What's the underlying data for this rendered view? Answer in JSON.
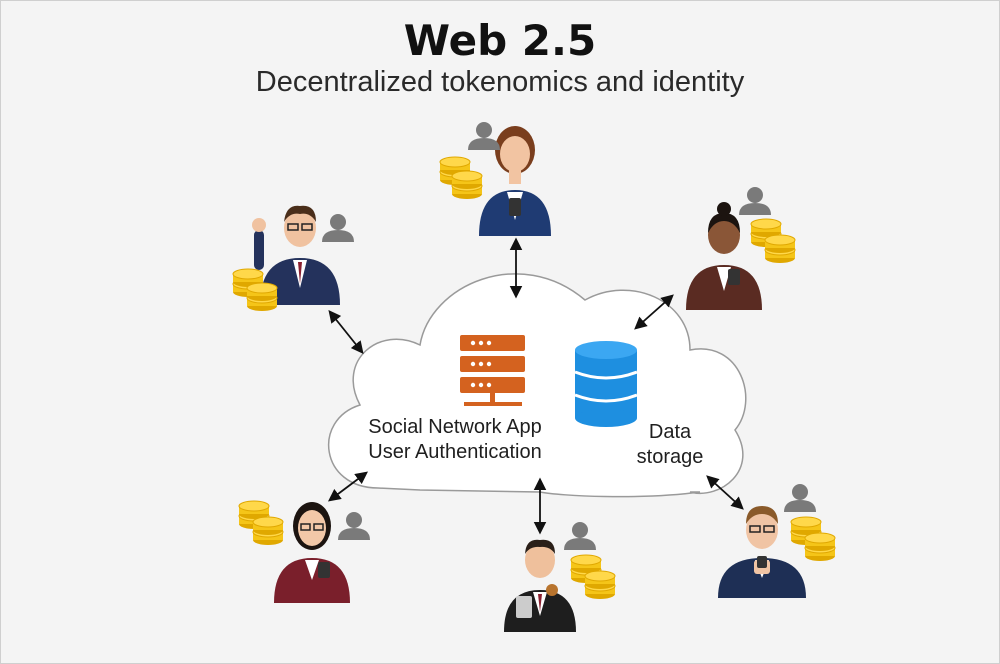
{
  "header": {
    "title": "Web 2.5",
    "subtitle": "Decentralized tokenomics and identity"
  },
  "cloud": {
    "app_label_line1": "Social Network App",
    "app_label_line2": "User Authentication",
    "storage_label_line1": "Data",
    "storage_label_line2": "storage",
    "server_icon": "server-rack-icon",
    "database_icon": "database-icon"
  },
  "colors": {
    "server": "#d4621f",
    "database": "#1e8fe0",
    "coin": "#f5c518",
    "user_icon": "#7a7a7a",
    "arrow": "#111111",
    "cloud_outline": "#9a9a9a"
  },
  "people": [
    {
      "id": "top-woman",
      "suit": "#1f3b73",
      "hair": "#7a3e1d",
      "skin": "#f2c4a2"
    },
    {
      "id": "upper-left-man",
      "suit": "#24325c",
      "hair": "#4a2e1a",
      "skin": "#f0c2a0"
    },
    {
      "id": "upper-right-woman",
      "suit": "#5a2b22",
      "hair": "#1c1410",
      "skin": "#8a5637"
    },
    {
      "id": "lower-left-woman",
      "suit": "#7a1f2b",
      "hair": "#1c1410",
      "skin": "#f2c8a8"
    },
    {
      "id": "bottom-man",
      "suit": "#1e1e1e",
      "hair": "#2a1f18",
      "skin": "#efc09c"
    },
    {
      "id": "lower-right-man",
      "suit": "#1e2f55",
      "hair": "#8a5a2a",
      "skin": "#f0c4a4"
    }
  ]
}
